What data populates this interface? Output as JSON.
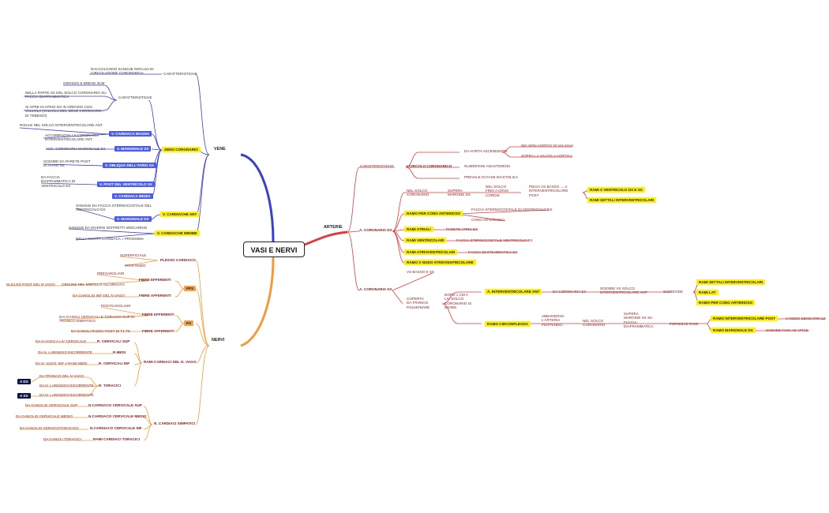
{
  "central": "VASI E NERVI",
  "branches": {
    "vene": "VENE",
    "arterie": "ARTERIE",
    "nervi": "NERVI"
  },
  "colors": {
    "vene": "#3b3fc9",
    "arterie": "#e03c3c",
    "nervi": "#f39a3d",
    "highlight": "#fff200",
    "blue_chip": "#4a5cf0",
    "navy_chip": "#0d1747"
  },
  "vene": {
    "caratteristiche_top": "CARATTERISTICHE",
    "raccolgono": "RACCOLGONO SANGUE REFLUO DI\nCIRCOLAZIONE CORONARICA",
    "grosso": "GROSSO E BREVE 3CM",
    "caratteristiche_seno": "CARATTERISTICHE",
    "nella_parte": "NELLA PARTE SX DEL SOLCO CORONARIO SU\nFACCIA DIAFRAMMATICA",
    "si_apre": "SI APRE IN ATRIO DX IN ORIFIZIO CON\nVALVOLA (VALVOLA DEL SENO CORONARIO -\nDI TEBESIO)",
    "seno_coronario": "SENO CORONARIO",
    "risale": "RISALE NEL SOLCO INTERVENTRICOLARE ANT",
    "v_cardiaca_magna": "V. CARDIACA MAGNA",
    "accompagna": "ACCOMPAGNA LA CORONARIA\nINTERVENTRICOLARE ANT",
    "acc_coronaria": "ACC. CORONARIA MARGINALE SX",
    "v_marginale_sx": "V. MARGINALE SX",
    "scende": "SCENDE DA PARETE POST\nDI ATRIO SX",
    "v_obliqua": "V. OBLIQUA DELL'ATRIO SX",
    "da_faccia": "DA FACCIA\nDIAFRAMMATICA DI\nVENTRICOLO SX",
    "v_post": "V. POST DEL VENTRICOLO SX",
    "v_cardiaca_media": "V. CARDIACA MEDIA",
    "sangue_faccia": "SANGUE DA FACCIA STERNOCOSTALE DEL\nVENTRICOLO DX",
    "v_marginale_dx": "V. MARGINALE DX",
    "v_cardiache_ant": "V. CARDIACHE ANT",
    "sangue_diversi": "SANGUE DA DIVERSI DISTRETTI MIOCARDIO",
    "nella_cavita": "NELLA CAVITÀ CARDIACA = PROSSIMA",
    "v_cardiache_minime": "V. CARDIACHE MINIME"
  },
  "arterie": {
    "caratteristiche": "CARATTERISTICHE",
    "circolo_coronarico": "+ CIRCOLO CORONARICO",
    "da_aorta": "DA AORTA ASCENDENTE",
    "nei_seni": "NEI SENI AORTICI DI VALSAVA",
    "sopra_valvola": "SOPRA LA VALVOLA AORTICA",
    "numerose": "NUMEROSE ANASTOMOSI",
    "prevale": "PREVALE IN FASE DIASTOLICA",
    "a_coronaria_dx": "A. CORONARIA DX",
    "nel_solco_coronario": "NEL SOLCO\nCORONARIO",
    "supera_margine_dx": "SUPERA\nMARGINE DX",
    "nel_solco_fino": "NEL SOLCO\nFINO A CRUX\nCORDIS",
    "piega_vs_basso": "PIEGA VS BASSO → A.\nINTERVENTRICOLARE\nPOST",
    "rami_x_ventricolo": "RAMI X VENTRICOLO DX E SX",
    "rami_settali": "RAMI SETTALI INTERVENTRICOLARI",
    "ramo_cono": "RAMO PER CONO ARTERIOSO",
    "faccia_sterno_dx": "FACCIA STERNOCOSTALE DI VENTRICOLO DX",
    "cono_arterioso": "CONO ARTERIOSO",
    "rami_atriali": "RAMI ATRIALI",
    "parete_atrio": "PARETE ATRIO DX",
    "rami_ventricolari": "RAMI VENTRICOLARI",
    "faccia_sterno_ventr": "FACCIA STERNOCOSTALE VENTRICOLO DX",
    "rami_atrioventricolari": "RAMI ATRIOVENTRICOLARI",
    "faccia_diaframmatica_dx": "FACCIA DIAFRAMMATICA DX",
    "ramo_nodo": "RAMO X NODO ATRIOVENTRICOLARE",
    "vs_basso_sx": "VS BASSO E SX",
    "a_coronaria_sx": "A. CORONARIA SX",
    "coperta": "COPERTA\nDA TRONCO\nPOLMONARE",
    "dopo_1cm": "DOPO 1 CM A\nLIV SOLCO\nCORONARIO SI\nDIVIDE",
    "a_interventricolare_ant": "A. INTERVENTRICOLARE ANT",
    "da_coronaria_sx": "DA CORONARIA SX",
    "scende_vs": "SCENDE VS SOLCO\nINTERVENTRICOLARE ANT",
    "suddivide": "SUDDIVIDE",
    "rami_settali_sx": "RAMI SETTALI INTERVENTRICOLARI",
    "rami_lat": "RAMI LAT",
    "ramo_cono_sx": "RAMO PER CONO ARTERIOSO",
    "ramo_circonflesso": "RAMO CIRCONFLESSO",
    "abbandona": "ABBANDONA\nL'ARTERIA\nPERPENDIC.",
    "nel_solco_coronario_sx": "NEL SOLCO\nCORONARIO",
    "supera_margine_sx": "SUPERA\nMARGINE SX SU\nFACCIA\nDIAFRAMMATICA",
    "fornisce_rami": "FORNISCE RAMI",
    "ramo_interventricolare_post": "RAMO INTERVENTRICOLARE POST",
    "x_nodo_senoatriale": "X NODO SENOATRIALE",
    "ramo_marginale_dx": "RAMO MARGINALE DX",
    "scende_fino": "SCENDE FINO AD APICE"
  },
  "nervi": {
    "superficiale": "SUPERFICIALE",
    "profondo": "PROFONDO",
    "plesso_cardiaco": "PLESSO CARDIACO",
    "pregangliari": "PREGANGLIARI",
    "fibre_efferenti_1": "FIBRE EFFERENTI",
    "nucleo_post": "NUCLEO POST DEL N VAGO",
    "origine": "ORIGINE NEL MIDOLLO ALLUNGATO",
    "fibre_afferenti_1": "FIBRE AFFERENTI",
    "da_gangli_inf": "DA GANGLIO INF DEL N VAGO",
    "pps": "PPS",
    "postgangliari": "POSTGANGLIARI",
    "fibre_efferenti_2": "FIBRE EFFERENTI",
    "dai_gangli": "DAI GANGLI CERVICALI E TORACICI SUP DI\nTRONCO SIMPATICO",
    "ps": "PS",
    "da_gangli_radici": "DA GANGLI RADICI POST DI T1-T5",
    "fibre_afferenti_2": "FIBRE AFFERENTI",
    "da_n_vago": "DA N VAGO A LIV CERVICALE",
    "r_cervicali_sup": "R. CERVICALI SUP",
    "da_n_laringeo_1": "DA N. LARINGEO RICORRENTE",
    "r_medi": "R.MEDI",
    "da_n_vago_rami": "DA N. VAGO: INF A RAMI MEDI",
    "r_cervicali_inf": "R. CERVICALI INF",
    "rami_cardiaci_vago": "RAMI CARDIACI DEL N. VAGO",
    "a_dx": "A DX",
    "da_tronco": "DA TRONCO DEL N VAGO",
    "da_n_laringeo_2": "DA N. LARINGEO RICORRENTE",
    "r_toracici": "R. TORACICI",
    "a_sx": "A SX",
    "da_n_laringeo_3": "DA N. LARINGEO RICORRENTE",
    "da_ganglio_sup": "DA GANGLIO CERVICALE SUP",
    "n_cardiaco_sup": "N.CARDIACO CERVICALE SUP",
    "da_ganglio_medio": "DA GANGLIO CERVICALE MEDIO",
    "n_cardiaco_medio": "N.CARDIACO CERVICALE MEDIO",
    "da_ganglio_cervico": "DA GANGLIO CERVICOTORACICO",
    "n_cardiaco_inf": "N.CARDIACO CERVICALE INF",
    "n_cardiaci_simpatici": "N. CARDIACI SIMPATICI",
    "da_gangli_toracici": "DA GANGLI TORACICI",
    "rami_cardiaci_toracici": "RAMI CARDIACI TORACICI"
  }
}
